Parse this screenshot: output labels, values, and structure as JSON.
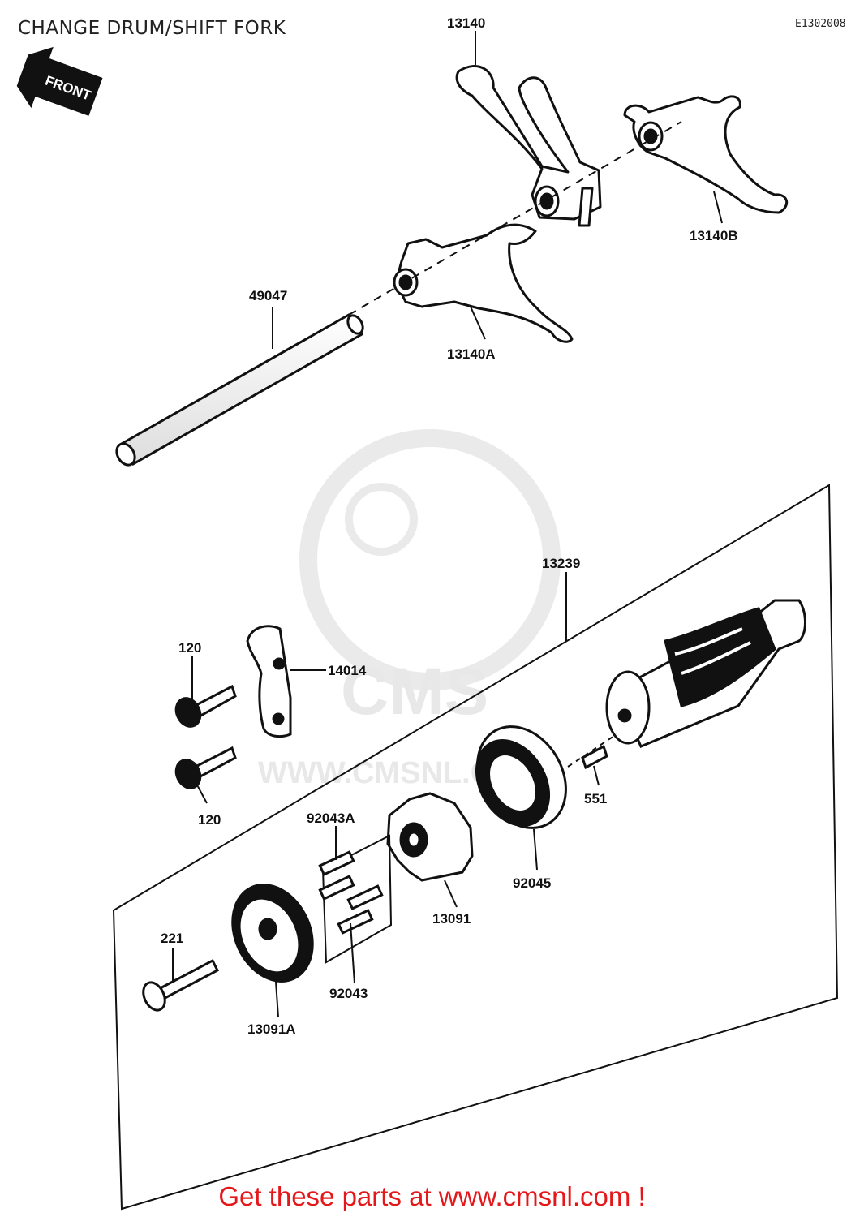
{
  "header": {
    "title": "CHANGE DRUM/SHIFT FORK",
    "diagram_code": "E1302008"
  },
  "direction_arrow": {
    "label": "FRONT",
    "icon": "front-arrow-icon"
  },
  "callouts": {
    "p13140": "13140",
    "p13140b": "13140B",
    "p13140a": "13140A",
    "p49047": "49047",
    "p13239": "13239",
    "p14014": "14014",
    "p120_top": "120",
    "p120_bottom": "120",
    "p551": "551",
    "p92045": "92045",
    "p92043a": "92043A",
    "p13091": "13091",
    "p92043": "92043",
    "p221": "221",
    "p13091a": "13091A"
  },
  "watermark": {
    "brand": "CMS",
    "url": "WWW.CMSNL.COM"
  },
  "footer": {
    "text": "Get these parts at www.cmsnl.com !",
    "color": "#e4181b"
  }
}
